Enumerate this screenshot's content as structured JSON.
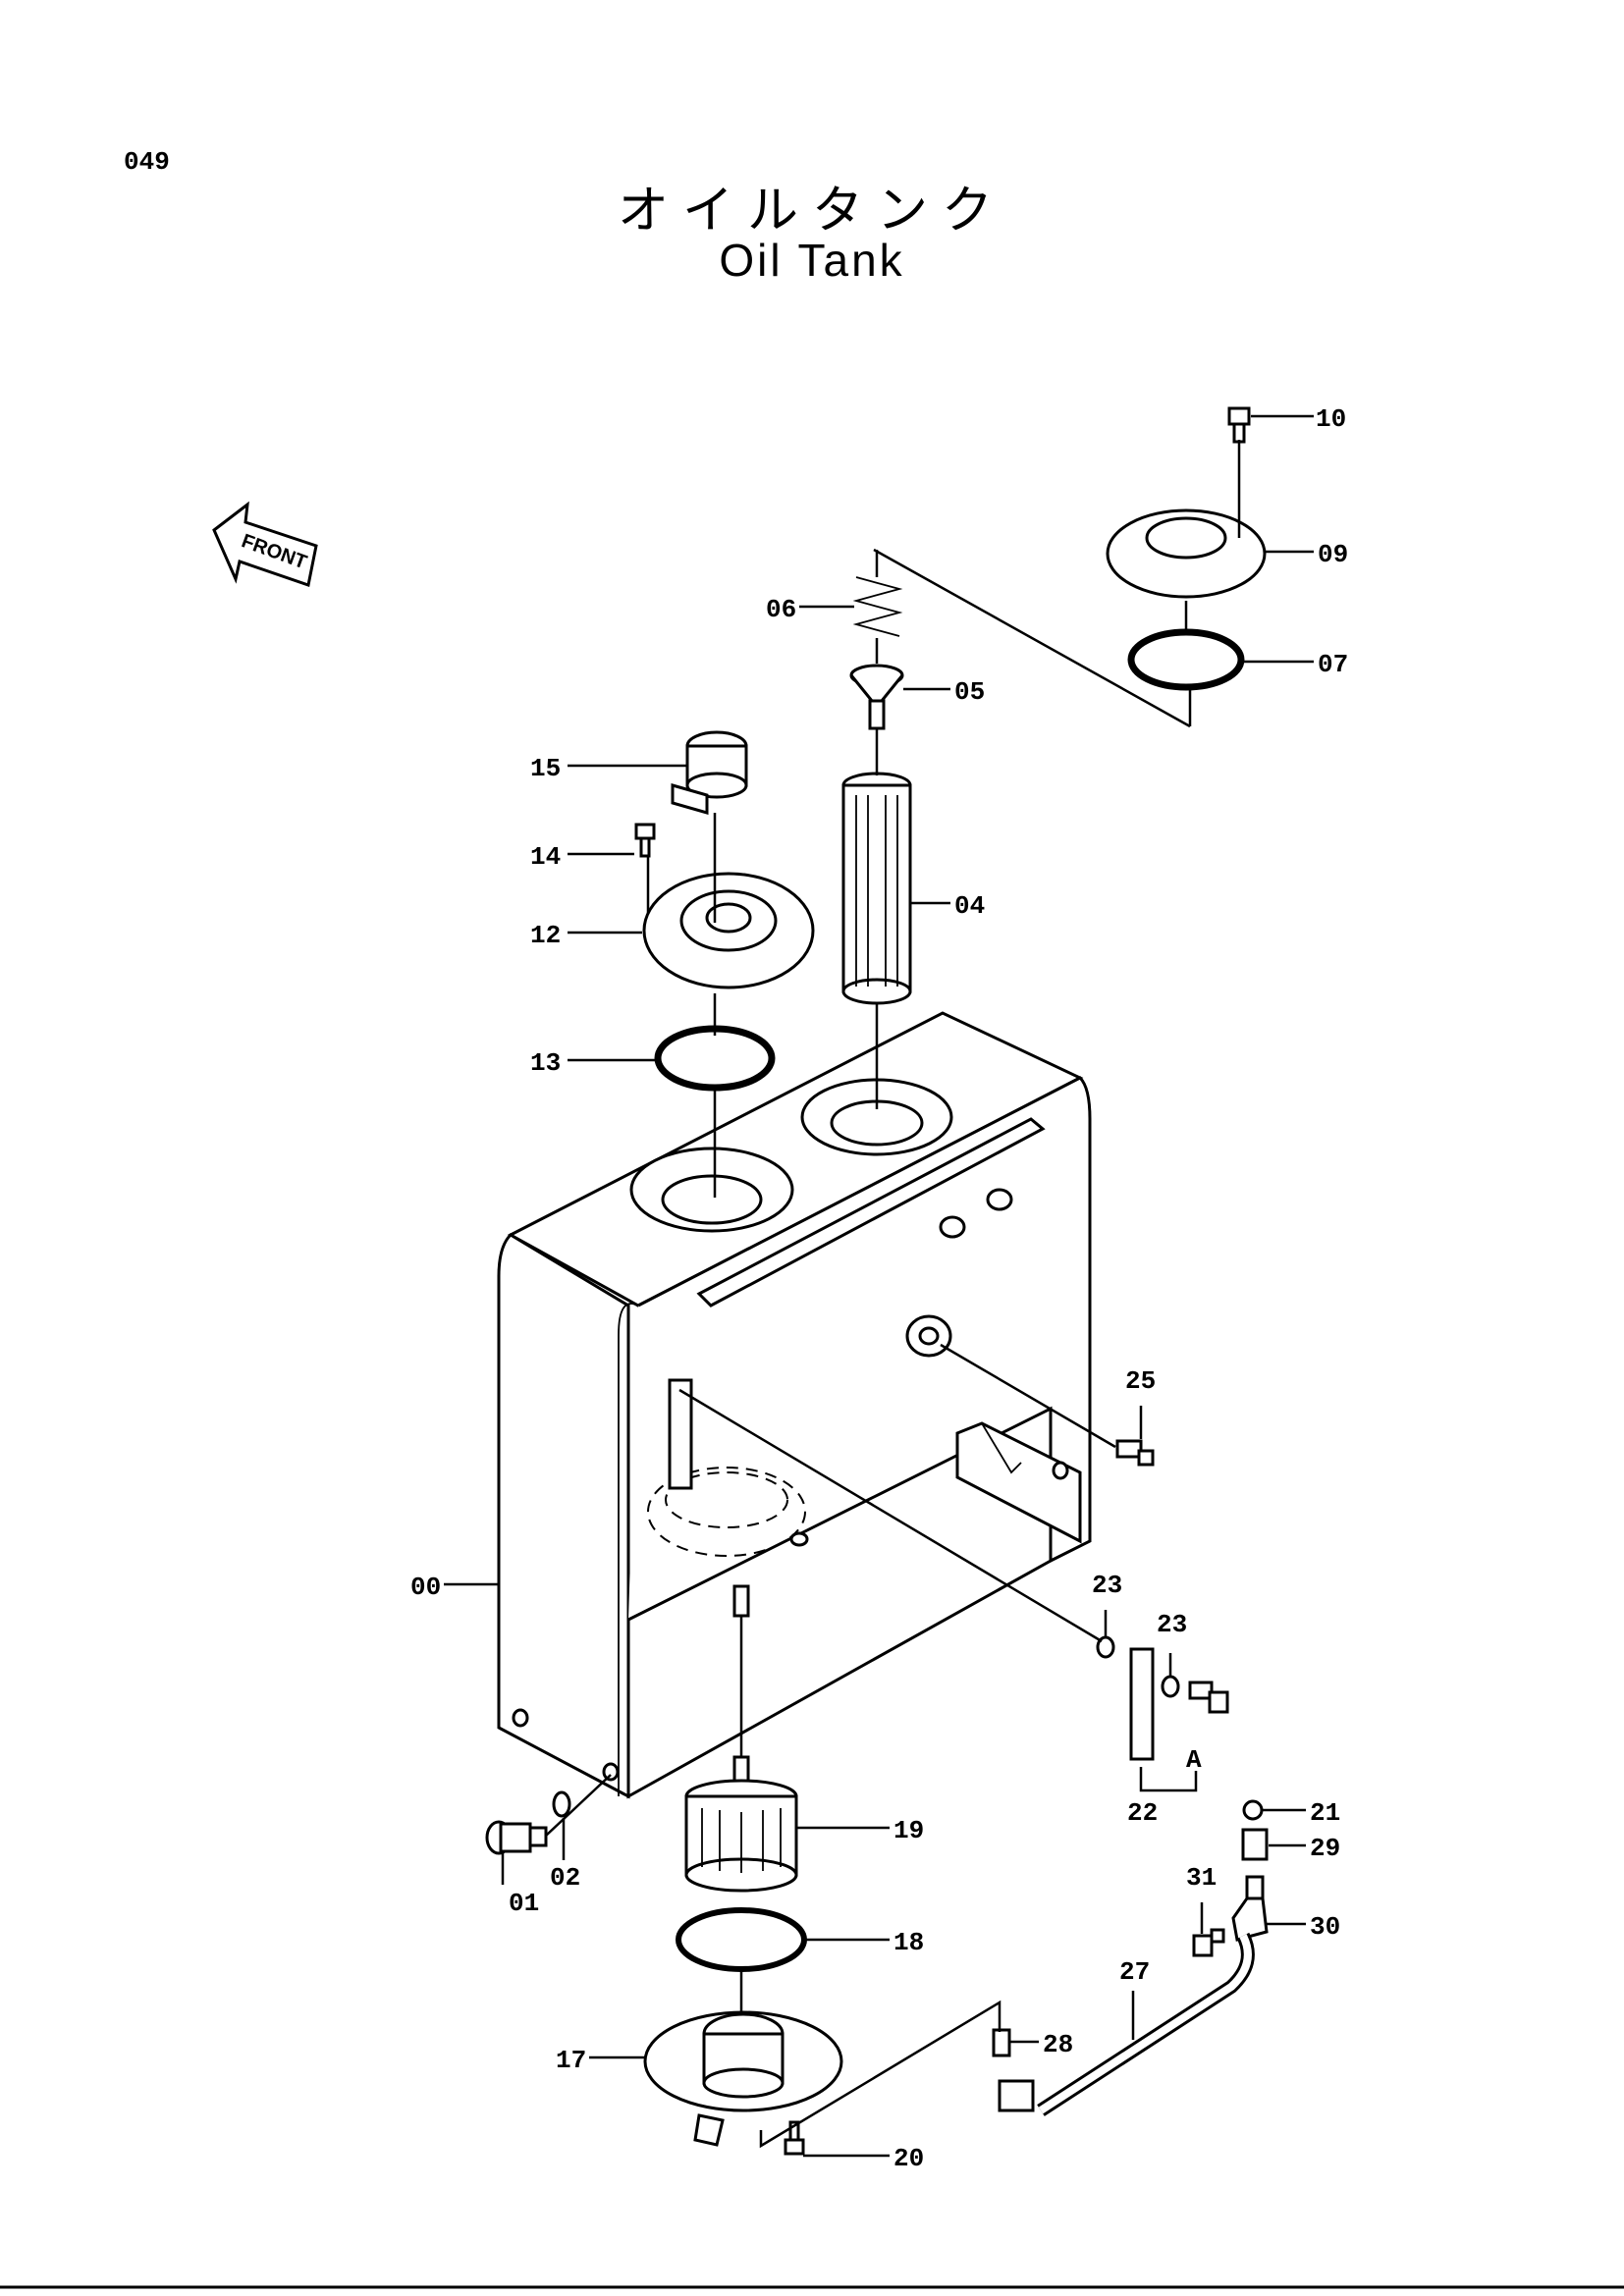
{
  "page_number": "049",
  "title_jp": "オイルタンク",
  "title_en": "Oil Tank",
  "front_label": "FRONT",
  "callouts": {
    "p00": "00",
    "p01": "01",
    "p02": "02",
    "p04": "04",
    "p05": "05",
    "p06": "06",
    "p07": "07",
    "p09": "09",
    "p10": "10",
    "p12": "12",
    "p13": "13",
    "p14": "14",
    "p15": "15",
    "p17": "17",
    "p18": "18",
    "p19": "19",
    "p20": "20",
    "p21": "21",
    "p22": "22",
    "p23a": "23",
    "p23b": "23",
    "p25": "25",
    "p27": "27",
    "p28": "28",
    "p29": "29",
    "p30": "30",
    "p31": "31",
    "detailA": "A"
  }
}
